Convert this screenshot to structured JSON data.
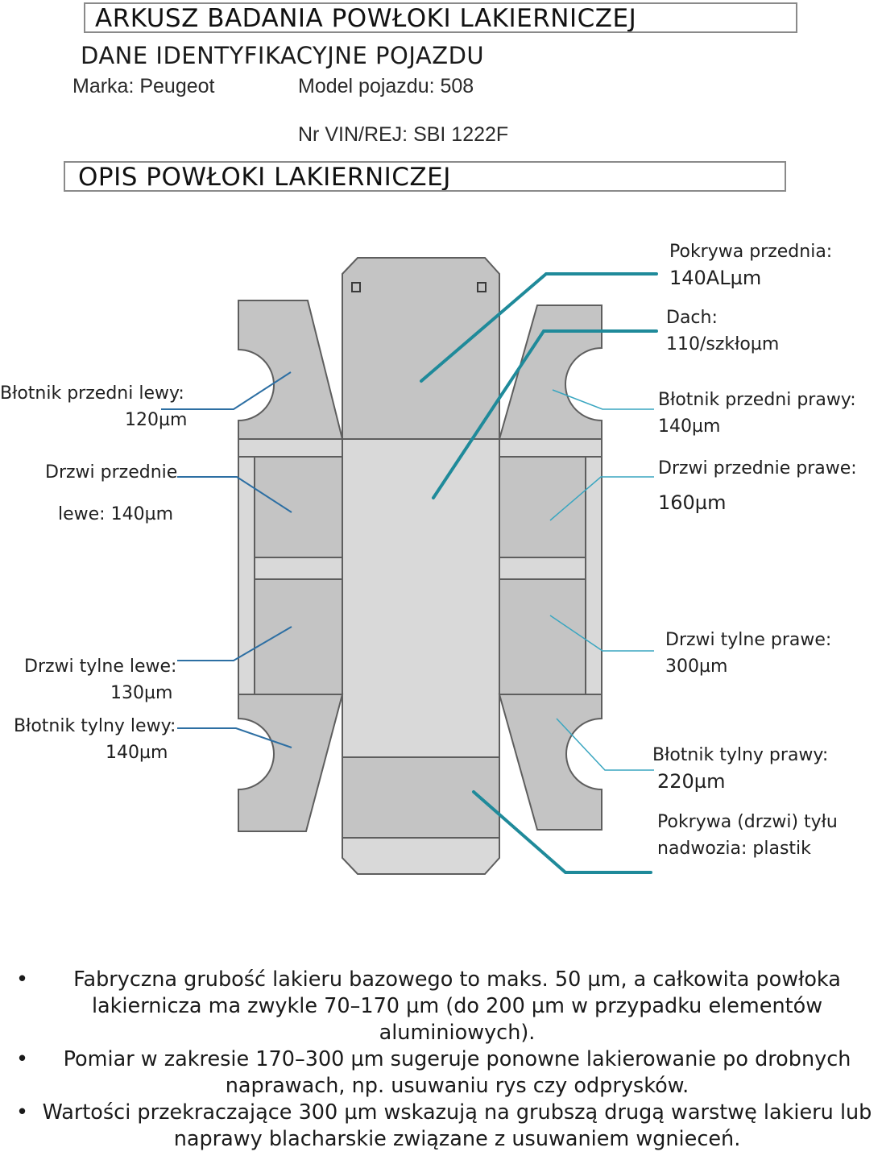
{
  "header": {
    "title": "ARKUSZ BADANIA POWŁOKI LAKIERNICZEJ",
    "ident_heading": "DANE IDENTYFIKACYJNE POJAZDU",
    "brand": "Marka: Peugeot",
    "model": "Model pojazdu: 508",
    "vin": "Nr VIN/REJ: SBI 1222F",
    "section_title": "OPIS POWŁOKI LAKIERNICZEJ"
  },
  "panels": {
    "hood": {
      "label": "Pokrywa przednia:",
      "value": "140ALµm"
    },
    "roof": {
      "label": "Dach:",
      "value": "110/szkłoµm"
    },
    "front_fender_left": {
      "label": "Błotnik przedni lewy:",
      "value": "120µm"
    },
    "front_fender_right": {
      "label": "Błotnik przedni prawy:",
      "value": "140µm"
    },
    "front_door_left": {
      "label": "Drzwi przednie",
      "value": "lewe: 140µm"
    },
    "front_door_right": {
      "label": "Drzwi przednie prawe:",
      "value": "160µm"
    },
    "rear_door_left": {
      "label": "Drzwi tylne lewe:",
      "value": "130µm"
    },
    "rear_door_right": {
      "label": "Drzwi tylne prawe:",
      "value": "300µm"
    },
    "rear_fender_left": {
      "label": "Błotnik tylny lewy:",
      "value": "140µm"
    },
    "rear_fender_right": {
      "label": "Błotnik tylny prawy:",
      "value": "220µm"
    },
    "tailgate": {
      "label": "Pokrywa (drzwi) tyłu",
      "value": "nadwozia: plastik"
    }
  },
  "colors": {
    "panel_fill": "#c4c4c4",
    "panel_light": "#d6d6d6",
    "outline": "#5e5e5e",
    "teal": "#1f8a9a",
    "blue_line": "#2d6fa3"
  },
  "notes": [
    {
      "bullet": "•",
      "text": "Fabryczna grubość lakieru bazowego to maks. 50 µm, a całkowita powłoka lakiernicza ma zwykle 70–170 µm (do 200 µm w przypadku elementów aluminiowych)."
    },
    {
      "bullet": "•",
      "text": "Pomiar w zakresie 170–300 µm sugeruje ponowne lakierowanie po drobnych naprawach, np. usuwaniu rys czy odprysków."
    },
    {
      "bullet": "•",
      "text": "Wartości przekraczające 300 µm wskazują na grubszą drugą warstwę lakieru lub naprawy blacharskie związane z usuwaniem wgnieceń."
    }
  ]
}
